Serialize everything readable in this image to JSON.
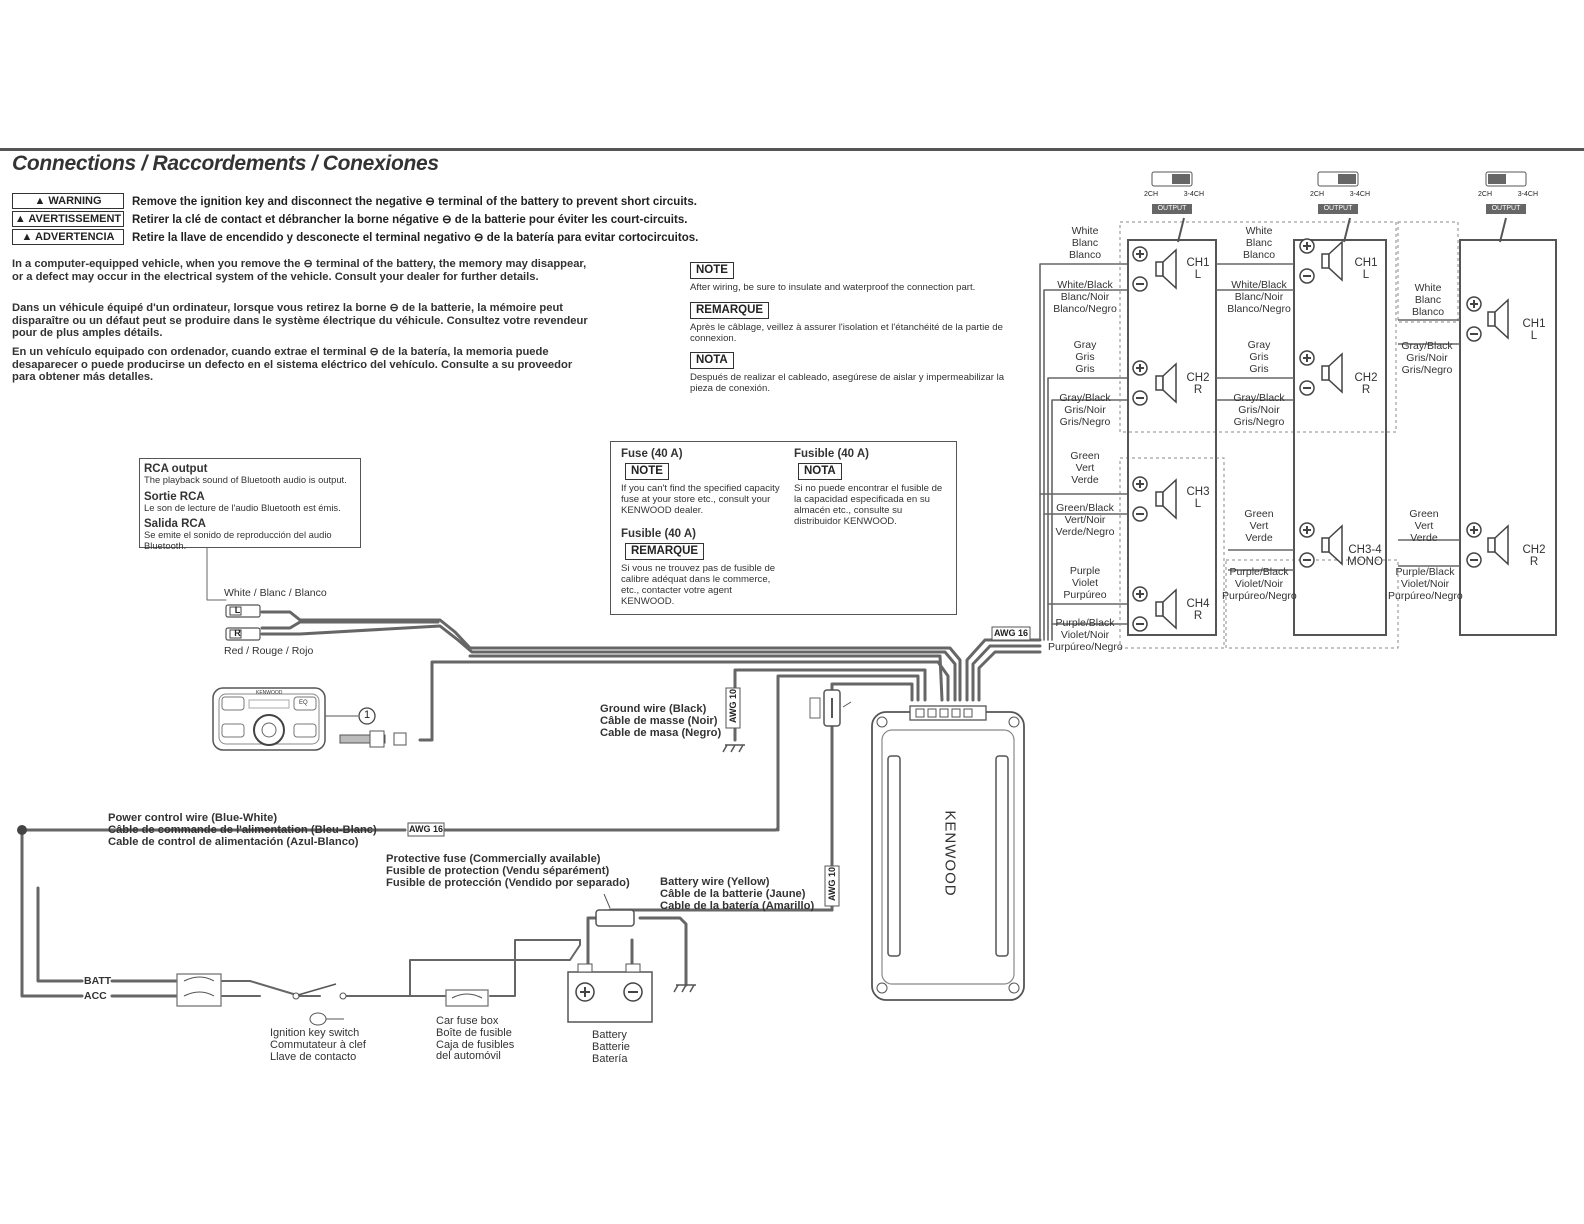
{
  "title": "Connections / Raccordements / Conexiones",
  "warnings": [
    {
      "label": "▲ WARNING",
      "text": "Remove the ignition key and disconnect the negative ⊖ terminal of the battery to prevent short circuits."
    },
    {
      "label": "▲ AVERTISSEMENT",
      "text": "Retirer la clé de contact et débrancher la borne négative ⊖ de la batterie pour éviter les court-circuits."
    },
    {
      "label": "▲ ADVERTENCIA",
      "text": "Retire la llave de encendido y desconecte el terminal negativo ⊖ de la batería para evitar cortocircuitos."
    }
  ],
  "paragraphs": [
    "In a computer-equipped vehicle, when you remove the ⊖ terminal of the battery, the memory may disappear, or a defect may occur in the electrical system of the vehicle. Consult your dealer for further details.",
    "Dans un véhicule équipé d'un ordinateur, lorsque vous retirez la borne ⊖ de la batterie, la mémoire peut disparaître ou un défaut peut se produire dans le système électrique du véhicule. Consultez votre revendeur pour de plus amples détails.",
    "En un vehículo equipado con ordenador, cuando extrae el terminal ⊖ de la batería, la memoria puede desaparecer o puede producirse un defecto en el sistema eléctrico del vehículo. Consulte a su proveedor para obtener más detalles."
  ],
  "notes": [
    {
      "tag": "NOTE",
      "text": "After wiring, be sure to insulate and waterproof the connection part."
    },
    {
      "tag": "REMARQUE",
      "text": "Après le câblage, veillez à assurer l'isolation et l'étanchéité de la partie de connexion."
    },
    {
      "tag": "NOTA",
      "text": "Después de realizar el cableado, asegúrese de aislar y impermeabilizar la pieza de conexión."
    }
  ],
  "rca_box": {
    "items": [
      {
        "head": "RCA output",
        "text": "The playback sound of Bluetooth audio is output."
      },
      {
        "head": "Sortie RCA",
        "text": "Le son de lecture de l'audio Bluetooth est émis."
      },
      {
        "head": "Salida RCA",
        "text": "Se emite el sonido de reproducción del audio Bluetooth."
      }
    ]
  },
  "fuse_box": {
    "fuse_en": {
      "head": "Fuse (40 A)",
      "tag": "NOTE",
      "text": "If you can't find the specified capacity fuse at your store etc., consult your KENWOOD dealer."
    },
    "fuse_fr": {
      "head": "Fusible (40 A)",
      "tag": "REMARQUE",
      "text": "Si vous ne trouvez pas de fusible de calibre adéquat dans le commerce, etc., contacter votre agent KENWOOD."
    },
    "fuse_es": {
      "head": "Fusible (40 A)",
      "tag": "NOTA",
      "text": "Si no puede encontrar el fusible de la capacidad especificada en su almacén etc., consulte su distribuidor KENWOOD."
    }
  },
  "rca": {
    "white": "White / Blanc / Blanco",
    "red": "Red / Rouge / Rojo",
    "l": "L",
    "r": "R"
  },
  "remote": {
    "brand": "KENWOOD",
    "eq": "EQ",
    "callout": "1"
  },
  "wires": {
    "ground": [
      "Ground wire (Black)",
      "Câble de masse (Noir)",
      "Cable de masa (Negro)"
    ],
    "power_ctrl": [
      "Power control wire (Blue-White)",
      "Câble de commande de l'alimentation (Bleu-Blanc)",
      "Cable de control de alimentación (Azul-Blanco)"
    ],
    "protective_fuse": [
      "Protective fuse (Commercially available)",
      "Fusible de protection (Vendu séparément)",
      "Fusible de protección (Vendido por separado)"
    ],
    "battery_wire": [
      "Battery wire (Yellow)",
      "Câble de la batterie (Jaune)",
      "Cable de la batería (Amarillo)"
    ],
    "awg10": "AWG 10",
    "awg16": "AWG 16"
  },
  "bottom": {
    "batt": "BATT",
    "acc": "ACC",
    "ignition": [
      "Ignition key switch",
      "Commutateur à clef",
      "Llave de contacto"
    ],
    "carfuse": [
      "Car fuse box",
      "Boîte de fusible",
      "Caja de fusibles",
      "del automóvil"
    ],
    "battery": [
      "Battery",
      "Batterie",
      "Batería"
    ]
  },
  "amp_brand": "KENWOOD",
  "switch": {
    "left": "2CH",
    "right": "3-4CH",
    "output": "OUTPUT"
  },
  "col1": {
    "wires": [
      [
        "White",
        "Blanc",
        "Blanco"
      ],
      [
        "White/Black",
        "Blanc/Noir",
        "Blanco/Negro"
      ],
      [
        "Gray",
        "Gris",
        "Gris"
      ],
      [
        "Gray/Black",
        "Gris/Noir",
        "Gris/Negro"
      ],
      [
        "Green",
        "Vert",
        "Verde"
      ],
      [
        "Green/Black",
        "Vert/Noir",
        "Verde/Negro"
      ],
      [
        "Purple",
        "Violet",
        "Purpúreo"
      ],
      [
        "Purple/Black",
        "Violet/Noir",
        "Purpúreo/Negro"
      ]
    ],
    "channels": [
      [
        "CH1",
        "L"
      ],
      [
        "CH2",
        "R"
      ],
      [
        "CH3",
        "L"
      ],
      [
        "CH4",
        "R"
      ]
    ]
  },
  "col2": {
    "wires": [
      [
        "White",
        "Blanc",
        "Blanco"
      ],
      [
        "White/Black",
        "Blanc/Noir",
        "Blanco/Negro"
      ],
      [
        "Gray",
        "Gris",
        "Gris"
      ],
      [
        "Gray/Black",
        "Gris/Noir",
        "Gris/Negro"
      ],
      [
        "Green",
        "Vert",
        "Verde"
      ],
      [
        "Purple/Black",
        "Violet/Noir",
        "Purpúreo/Negro"
      ]
    ],
    "channels": [
      [
        "CH1",
        "L"
      ],
      [
        "CH2",
        "R"
      ],
      [
        "CH3-4",
        "MONO"
      ]
    ]
  },
  "col3": {
    "wires": [
      [
        "White",
        "Blanc",
        "Blanco"
      ],
      [
        "Gray/Black",
        "Gris/Noir",
        "Gris/Negro"
      ],
      [
        "Green",
        "Vert",
        "Verde"
      ],
      [
        "Purple/Black",
        "Violet/Noir",
        "Purpúreo/Negro"
      ]
    ],
    "channels": [
      [
        "CH1",
        "L"
      ],
      [
        "CH2",
        "R"
      ]
    ]
  }
}
